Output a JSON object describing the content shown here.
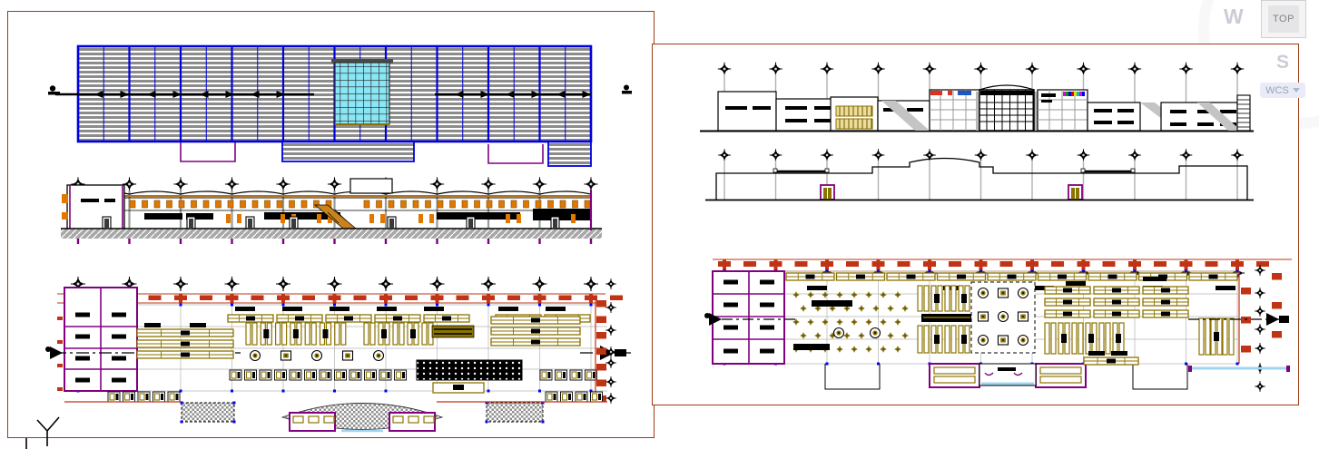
{
  "viewport": {
    "viewcube": {
      "top_face_label": "TOP",
      "west_label": "W",
      "south_label": "S"
    },
    "wcs_selector": {
      "label": "WCS"
    }
  },
  "colors": {
    "sheet_border": "#9e3c17",
    "roof_frame_blue": "#0000dd",
    "roof_hatch_gray": "#8c8c8c",
    "skylight_cyan": "#8ae6f5",
    "shelving_tan": "#8b7300",
    "shelving_tan_dark": "#6b5900",
    "wall_red": "#c03314",
    "partition_purple": "#800080",
    "fixture_orange": "#e07800",
    "escalator_orange": "#c8831c",
    "ground_gray": "#a8a8a8",
    "water_blue": "#9fd4f2",
    "grid_line_gray": "#b4b4b4",
    "node_blue": "#0000ff",
    "ink_black": "#000000",
    "background": "#ffffff"
  }
}
